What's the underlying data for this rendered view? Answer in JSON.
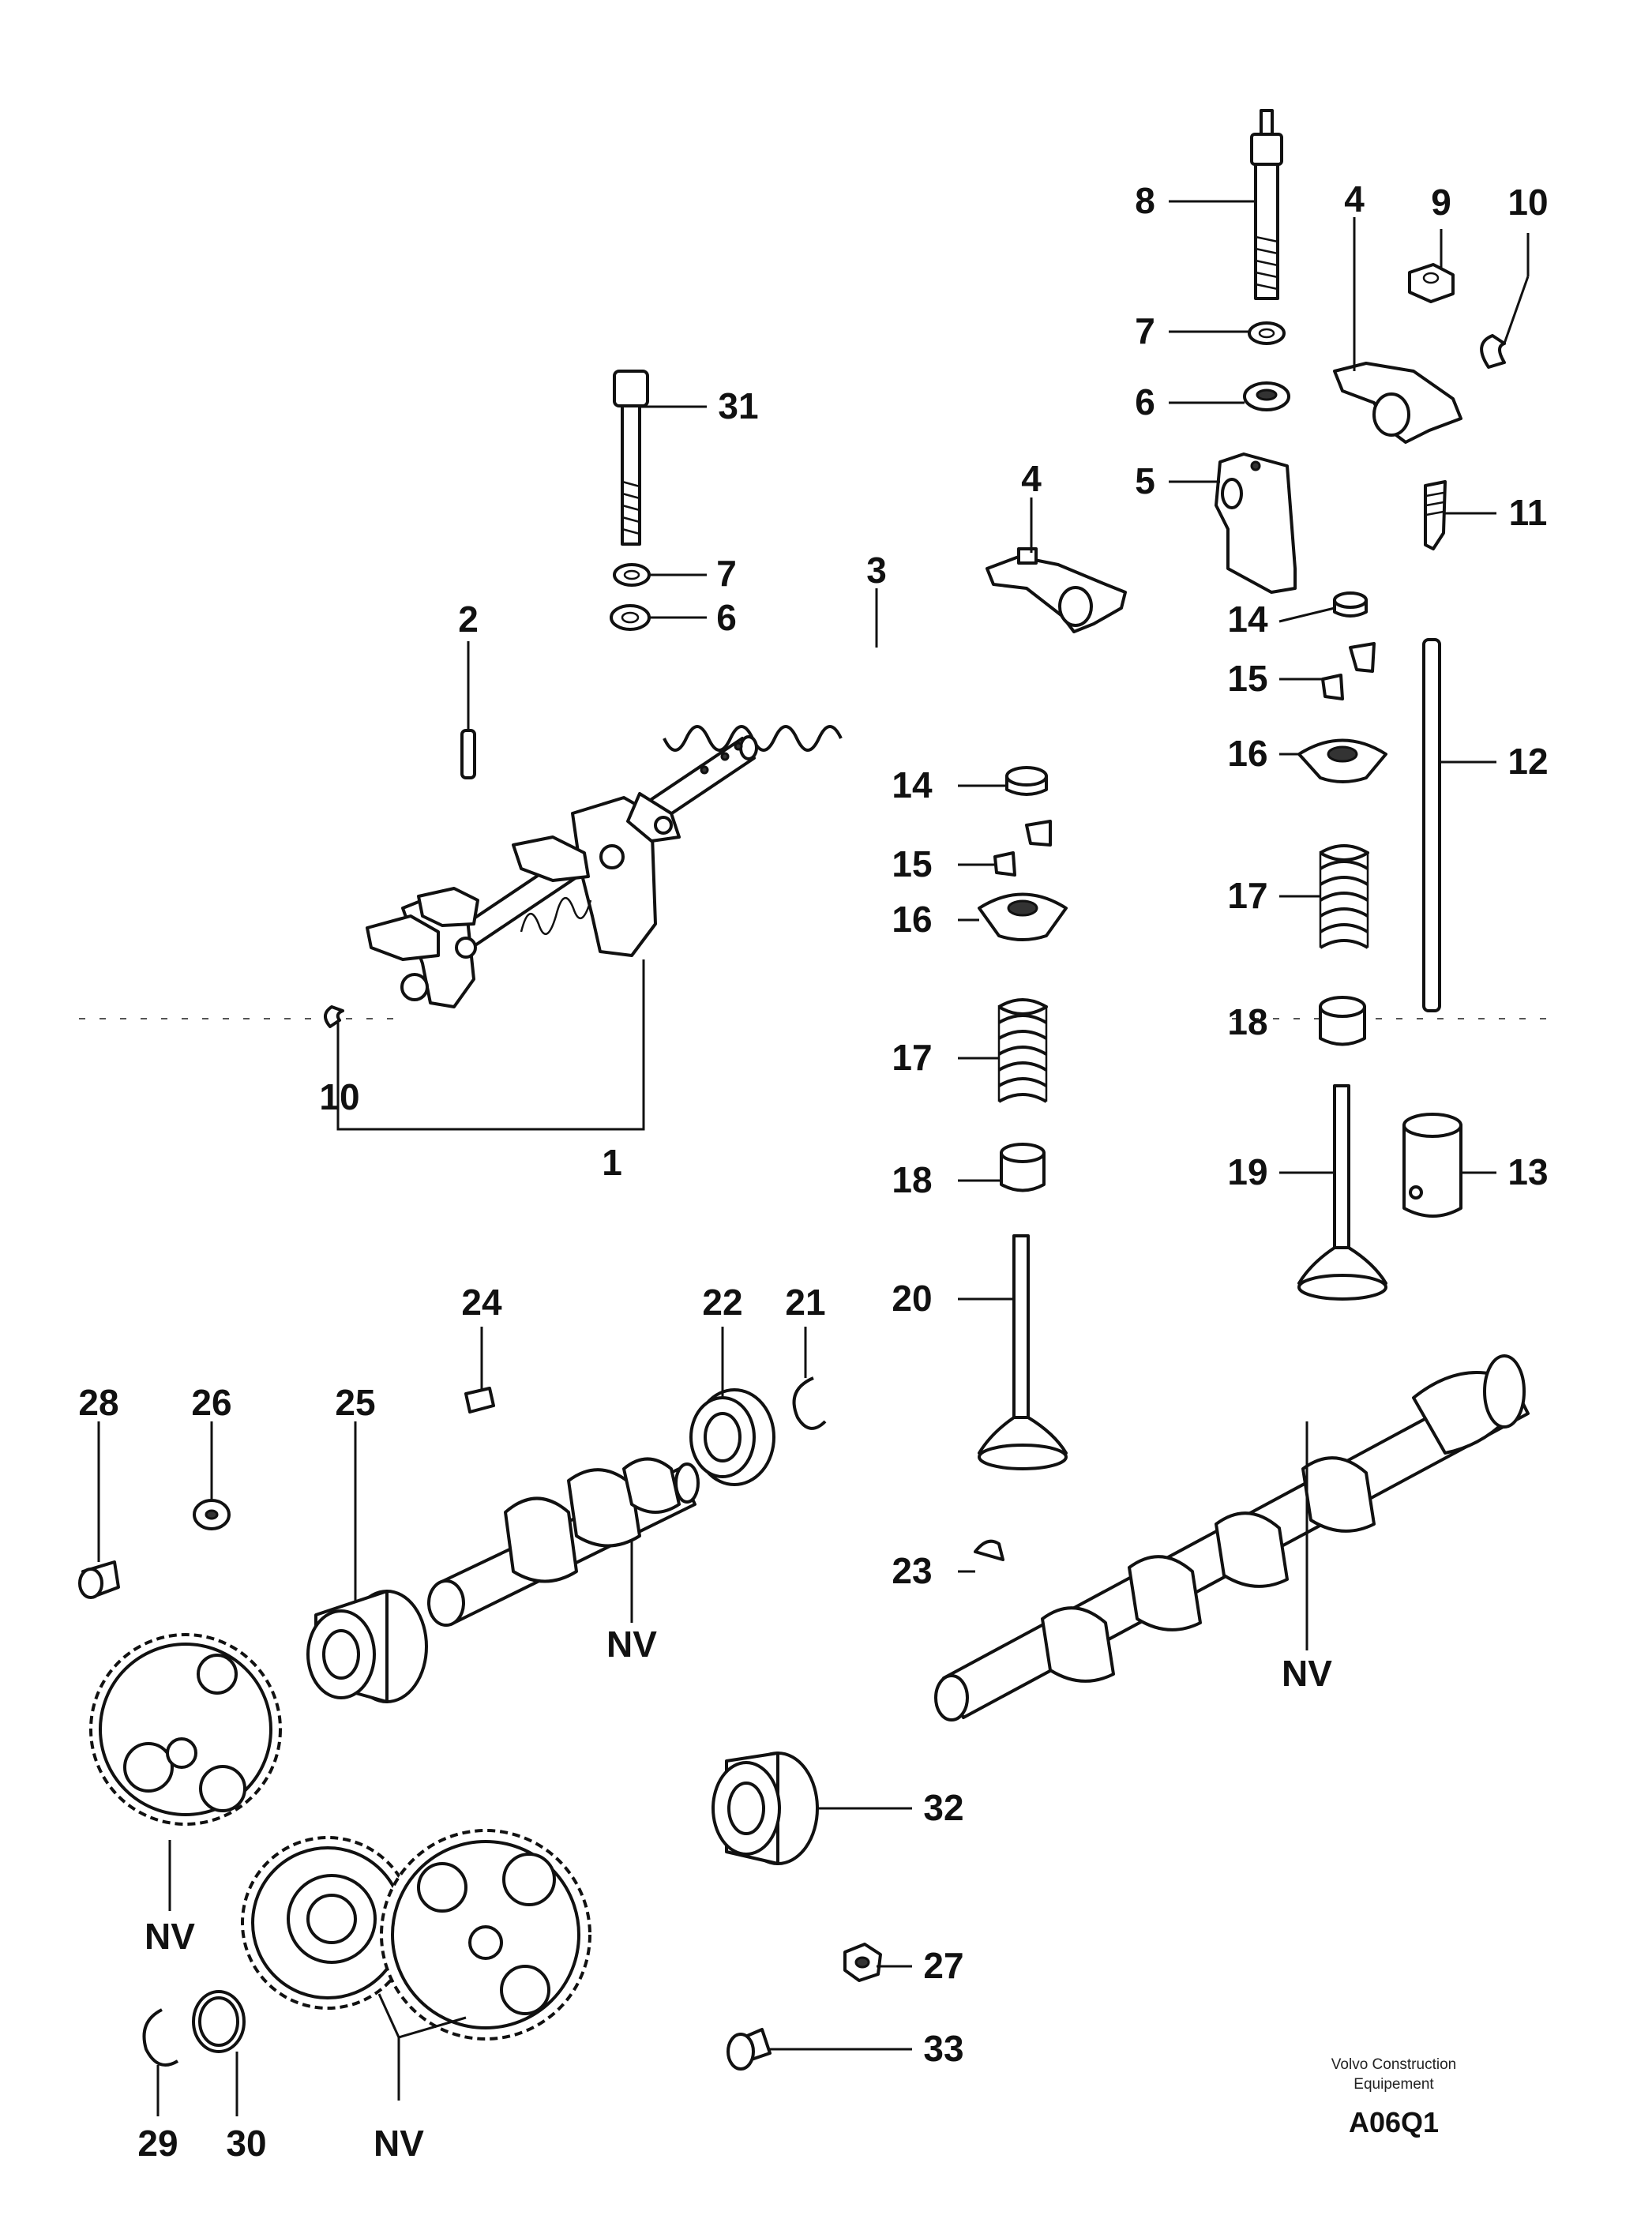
{
  "labels": {
    "l1": "1",
    "l2": "2",
    "l3": "3",
    "l4a": "4",
    "l4b": "4",
    "l5": "5",
    "l6a": "6",
    "l6b": "6",
    "l7a": "7",
    "l7b": "7",
    "l8": "8",
    "l9": "9",
    "l10a": "10",
    "l10b": "10",
    "l11": "11",
    "l12": "12",
    "l13": "13",
    "l14a": "14",
    "l14b": "14",
    "l15a": "15",
    "l15b": "15",
    "l16a": "16",
    "l16b": "16",
    "l17a": "17",
    "l17b": "17",
    "l18a": "18",
    "l18b": "18",
    "l19": "19",
    "l20": "20",
    "l21": "21",
    "l22": "22",
    "l23": "23",
    "l24": "24",
    "l25": "25",
    "l26": "26",
    "l27": "27",
    "l28": "28",
    "l29": "29",
    "l30": "30",
    "l31": "31",
    "l32": "32",
    "l33": "33",
    "nv1": "NV",
    "nv2": "NV",
    "nv3": "NV",
    "nv4": "NV"
  },
  "credit": {
    "line1": "Volvo Construction",
    "line2": "Equipement",
    "code": "A06Q1"
  }
}
